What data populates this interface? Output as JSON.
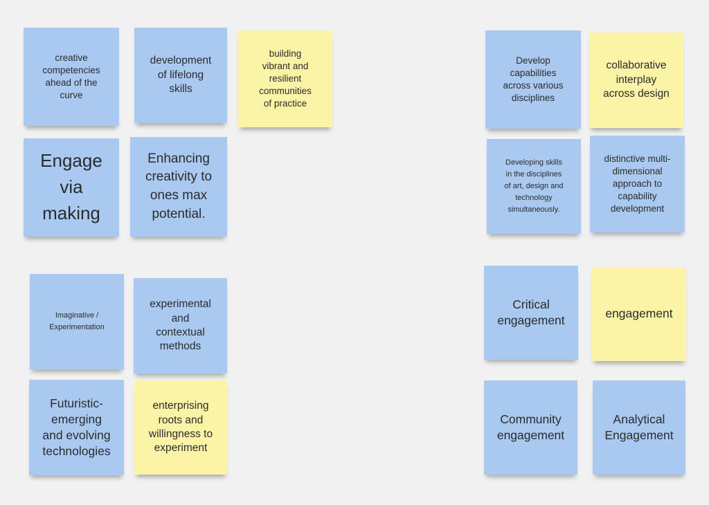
{
  "board": {
    "notes": [
      {
        "id": "n1",
        "color": "blue",
        "text": "creative\ncompetencies\nahead of the\ncurve"
      },
      {
        "id": "n2",
        "color": "blue",
        "text": "development\nof lifelong\nskills"
      },
      {
        "id": "n3",
        "color": "yellow",
        "text": "building\nvibrant and\nresilient\ncommunities\nof practice"
      },
      {
        "id": "n4",
        "color": "blue",
        "text": "Engage\nvia\nmaking"
      },
      {
        "id": "n5",
        "color": "blue",
        "text": "Enhancing\ncreativity to\nones max\npotential."
      },
      {
        "id": "n6",
        "color": "blue",
        "text": "Develop\ncapabilities\nacross various\ndisciplines"
      },
      {
        "id": "n7",
        "color": "yellow",
        "text": "collaborative\ninterplay\nacross design"
      },
      {
        "id": "n8",
        "color": "blue",
        "text": "Developing skills\nin the disciplines\nof art, design and\ntechnology\nsimultaneously."
      },
      {
        "id": "n9",
        "color": "blue",
        "text": "distinctive multi-\ndimensional\napproach to\ncapability\ndevelopment"
      },
      {
        "id": "n10",
        "color": "blue",
        "text": "Imaginative /\nExperimentation"
      },
      {
        "id": "n11",
        "color": "blue",
        "text": "experimental\nand\ncontextual\nmethods"
      },
      {
        "id": "n12",
        "color": "blue",
        "text": "Futuristic-\nemerging\nand evolving\ntechnologies"
      },
      {
        "id": "n13",
        "color": "yellow",
        "text": "enterprising\nroots and\nwillingness to\nexperiment"
      },
      {
        "id": "n14",
        "color": "blue",
        "text": "Critical\nengagement"
      },
      {
        "id": "n15",
        "color": "yellow",
        "text": "engagement"
      },
      {
        "id": "n16",
        "color": "blue",
        "text": "Community\nengagement"
      },
      {
        "id": "n17",
        "color": "blue",
        "text": "Analytical\nEngagement"
      }
    ]
  },
  "colors": {
    "background": "#f1f1f1",
    "blue": "#a9c9f1",
    "yellow": "#fbf3a6",
    "text": "#2b2b2b"
  }
}
